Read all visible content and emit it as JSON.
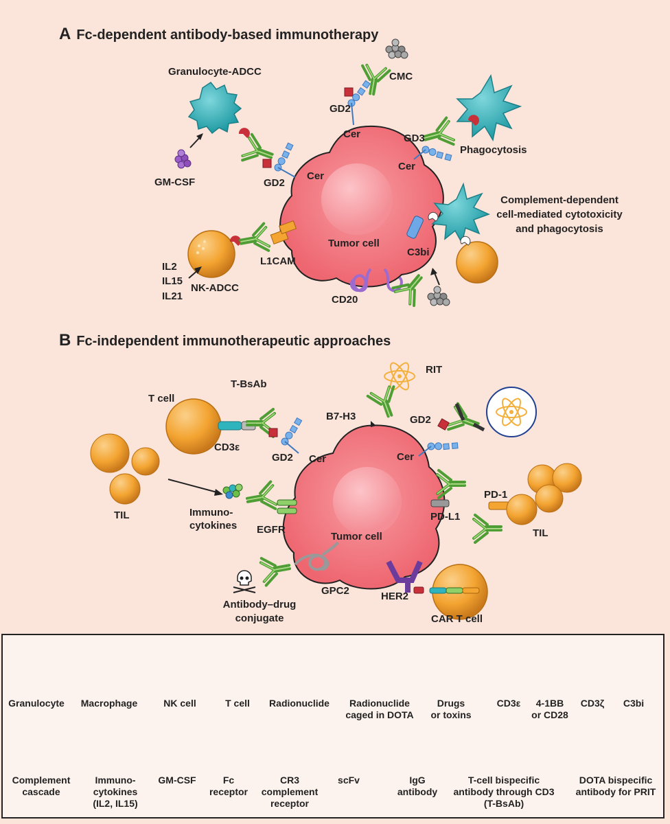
{
  "panelA": {
    "letter": "A",
    "title": "Fc-dependent antibody-based immunotherapy",
    "tumor": "Tumor cell",
    "labels": {
      "granulocyte_adcc": "Granulocyte-ADCC",
      "gm_csf": "GM-CSF",
      "gd2_left": "GD2",
      "cer_left": "Cer",
      "gd2_top": "GD2",
      "cer_top": "Cer",
      "cmc": "CMC",
      "gd3": "GD3",
      "cer_right": "Cer",
      "phagocytosis": "Phagocytosis",
      "cdcc_line1": "Complement-dependent",
      "cdcc_line2": "cell-mediated cytotoxicity",
      "cdcc_line3": "and phagocytosis",
      "c3bi": "C3bi",
      "l1cam": "L1CAM",
      "il2": "IL2",
      "il15": "IL15",
      "il21": "IL21",
      "nk_adcc": "NK-ADCC",
      "cd20": "CD20"
    }
  },
  "panelB": {
    "letter": "B",
    "title": "Fc-independent immunotherapeutic approaches",
    "tumor": "Tumor cell",
    "labels": {
      "t_cell": "T cell",
      "t_bsab": "T-BsAb",
      "cd3e": "CD3ε",
      "gd2_left": "GD2",
      "cer_left": "Cer",
      "rit": "RIT",
      "b7h3": "B7-H3",
      "gd2_right": "GD2",
      "cer_right": "Cer",
      "til_left": "TIL",
      "immunocytokines_1": "Immuno-",
      "immunocytokines_2": "cytokines",
      "egfr": "EGFR",
      "pd1": "PD-1",
      "pdl1": "PD-L1",
      "til_right": "TIL",
      "gpc2": "GPC2",
      "adc_1": "Antibody–drug",
      "adc_2": "conjugate",
      "her2": "HER2",
      "car_t": "CAR T cell"
    }
  },
  "legend": {
    "row1": [
      {
        "icon": "granulocyte-icon",
        "label": "Granulocyte"
      },
      {
        "icon": "macrophage-icon",
        "label": "Macrophage"
      },
      {
        "icon": "nk-cell-icon",
        "label": "NK cell"
      },
      {
        "icon": "t-cell-icon",
        "label": "T cell"
      },
      {
        "icon": "radionuclide-icon",
        "label": "Radionuclide"
      },
      {
        "icon": "radionuclide-dota-icon",
        "label": "Radionuclide\ncaged in DOTA"
      },
      {
        "icon": "skull-icon",
        "label": "Drugs\nor toxins"
      },
      {
        "icon": "cd3e-bar-icon",
        "label": "CD3ε"
      },
      {
        "icon": "41bb-bar-icon",
        "label": "4-1BB\nor CD28"
      },
      {
        "icon": "cd3z-bar-icon",
        "label": "CD3ζ"
      },
      {
        "icon": "c3bi-bar-icon",
        "label": "C3bi"
      }
    ],
    "row2": [
      {
        "icon": "complement-icon",
        "label": "Complement\ncascade"
      },
      {
        "icon": "immunocytokine-icon",
        "label": "Immuno-\ncytokines\n(IL2, IL15)"
      },
      {
        "icon": "gm-csf-icon",
        "label": "GM-CSF"
      },
      {
        "icon": "fc-receptor-icon",
        "label": "Fc\nreceptor"
      },
      {
        "icon": "cr3-icon",
        "label": "CR3\ncomplement\nreceptor"
      },
      {
        "icon": "scfv-icon",
        "label": "scFv"
      },
      {
        "icon": "igg-icon",
        "label": "IgG\nantibody"
      },
      {
        "icon": "t-bsab-icon",
        "label": "T-cell bispecific\nantibody through CD3\n(T-BsAb)"
      },
      {
        "icon": "dota-bsab-icon",
        "label": "DOTA bispecific\nantibody for PRIT"
      }
    ]
  },
  "colors": {
    "background": "#fbe4da",
    "tumor": "#f2737b",
    "nucleus": "#f8a5ab",
    "teal": "#2fb3bc",
    "orange": "#f3a431",
    "igg_green": "#6cc04a",
    "glycan_blue": "#6fa8e6",
    "purple": "#8e4fb8",
    "fc_red": "#c8303a"
  }
}
